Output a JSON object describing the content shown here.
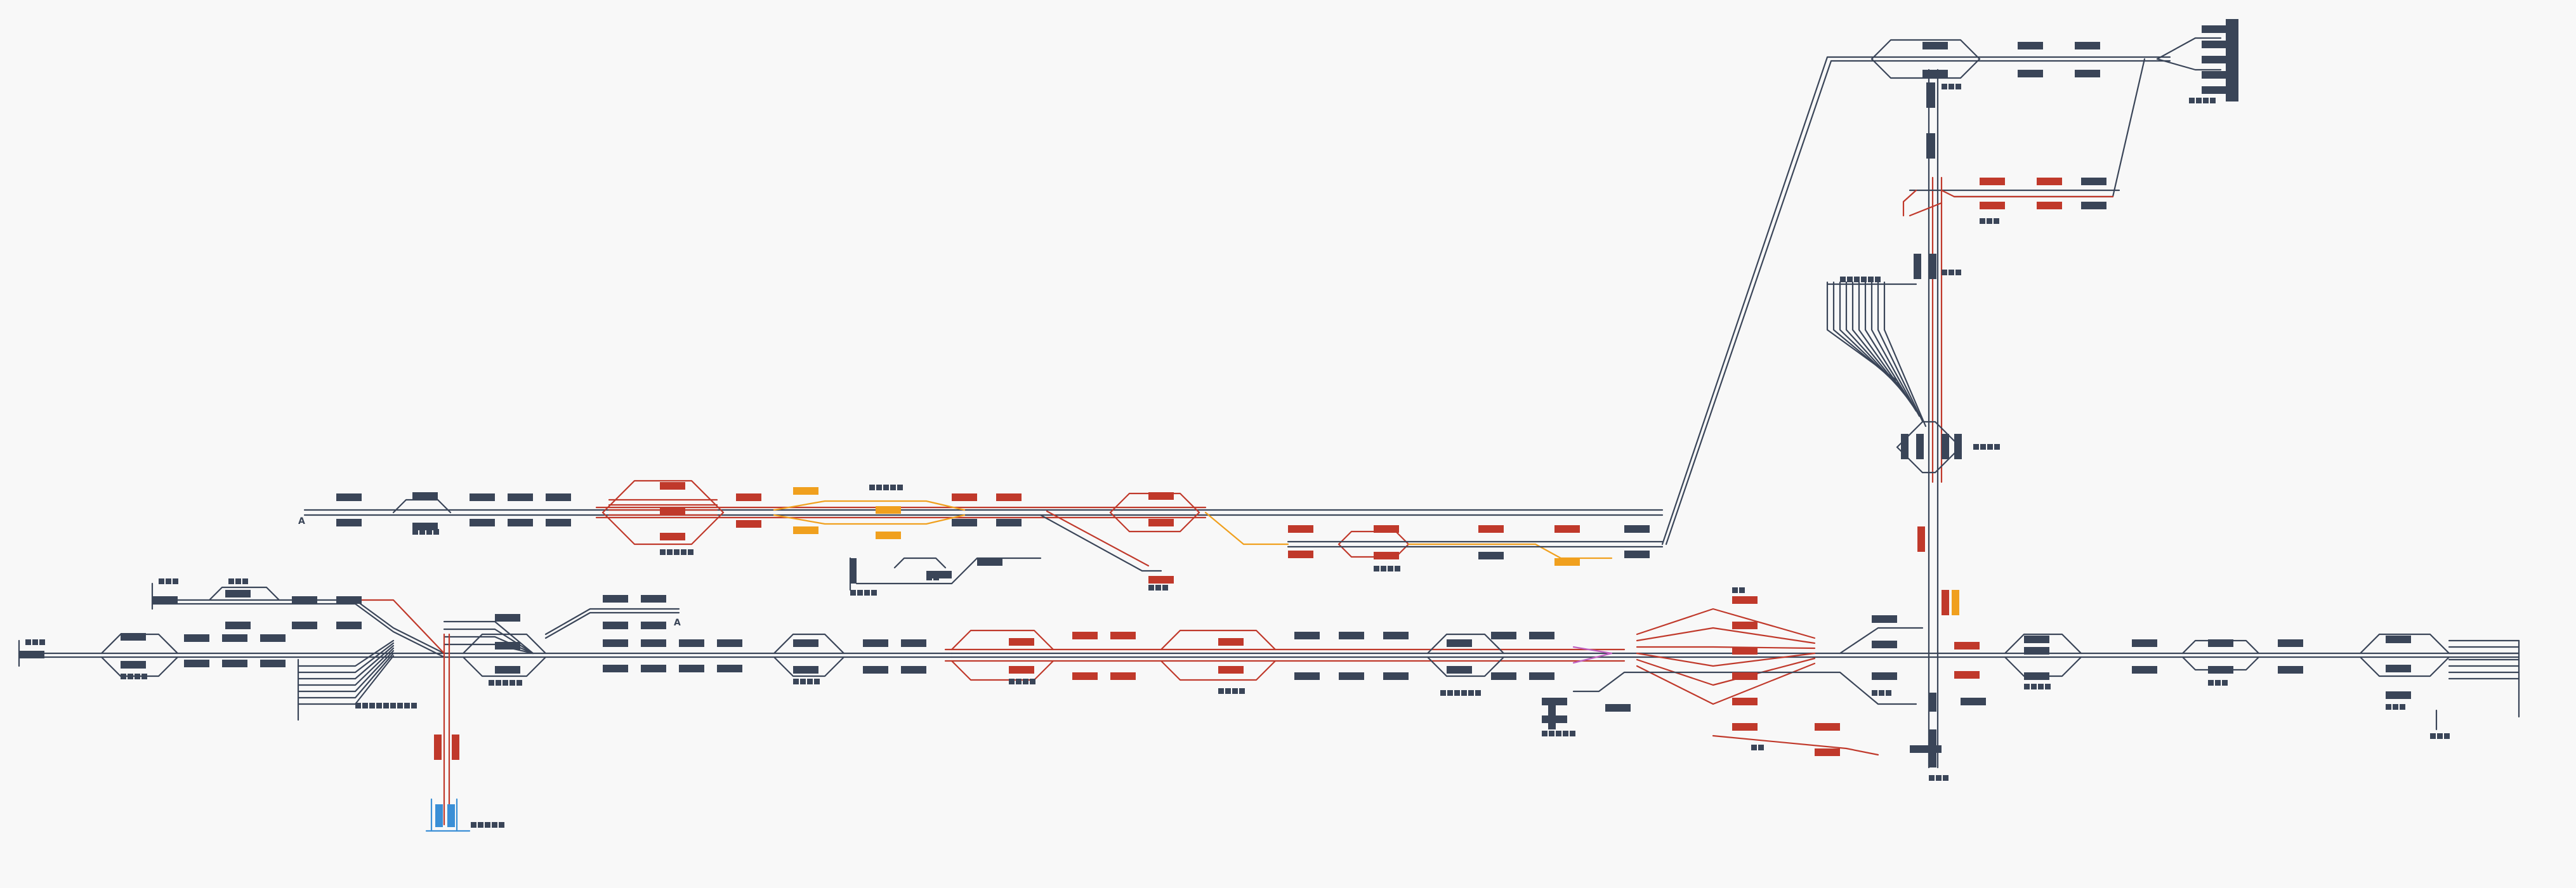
{
  "diagram": {
    "type": "railway-track-schematic",
    "colors": {
      "background": "#f8f8f8",
      "track_normal": "#3a4558",
      "track_occupied": "#c0392b",
      "track_reserved": "#f0a01e",
      "track_depot": "#3a8fd6",
      "track_special": "#c060c0"
    },
    "legend": [],
    "labels": {
      "left_a": "A",
      "mid_a": "A"
    }
  }
}
